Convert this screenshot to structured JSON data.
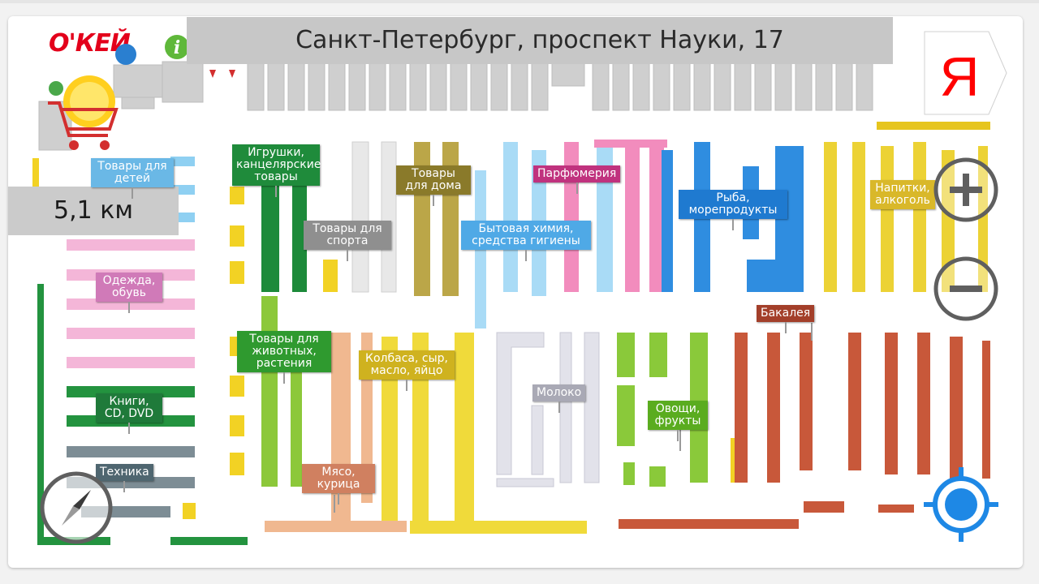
{
  "header": {
    "address": "Санкт-Петербург, проспект Науки, 17",
    "distance": "5,1 км",
    "logo_text": "О'КЕЙ",
    "yandex_letter": "Я"
  },
  "sections": [
    {
      "key": "toys",
      "text": "Игрушки, канцелярские товары",
      "color": "#1f8b3b"
    },
    {
      "key": "home",
      "text": "Товары для дома",
      "color": "#8a7a2a"
    },
    {
      "key": "perfume",
      "text": "Парфюмерия",
      "color": "#c0327e"
    },
    {
      "key": "fish",
      "text": "Рыба, морепродукты",
      "color": "#1f7ad0"
    },
    {
      "key": "drinks",
      "text": "Напитки, алкоголь",
      "color": "#d9b82a"
    },
    {
      "key": "kids",
      "text": "Товары для детей",
      "color": "#6ab8e6"
    },
    {
      "key": "sport",
      "text": "Товары для спорта",
      "color": "#8f8f8f"
    },
    {
      "key": "household",
      "text": "Бытовая химия, средства гигиены",
      "color": "#4fa9e6"
    },
    {
      "key": "clothes",
      "text": "Одежда, обувь",
      "color": "#d07ab8"
    },
    {
      "key": "grocery",
      "text": "Бакалея",
      "color": "#a33f2a"
    },
    {
      "key": "pets",
      "text": "Товары для животных, растения",
      "color": "#2f9a2f"
    },
    {
      "key": "sausage",
      "text": "Колбаса, сыр, масло, яйцо",
      "color": "#cfb21f"
    },
    {
      "key": "milk",
      "text": "Молоко",
      "color": "#a9a9b5"
    },
    {
      "key": "veg",
      "text": "Овощи, фрукты",
      "color": "#5aac1f"
    },
    {
      "key": "books",
      "text": "Книги, CD, DVD",
      "color": "#1f7a3a"
    },
    {
      "key": "tech",
      "text": "Техника",
      "color": "#4f6670"
    },
    {
      "key": "meat",
      "text": "Мясо, курица",
      "color": "#d08060"
    }
  ],
  "controls": {
    "zoom_in": "+",
    "zoom_out": "−",
    "accent": "#1e88e5"
  }
}
